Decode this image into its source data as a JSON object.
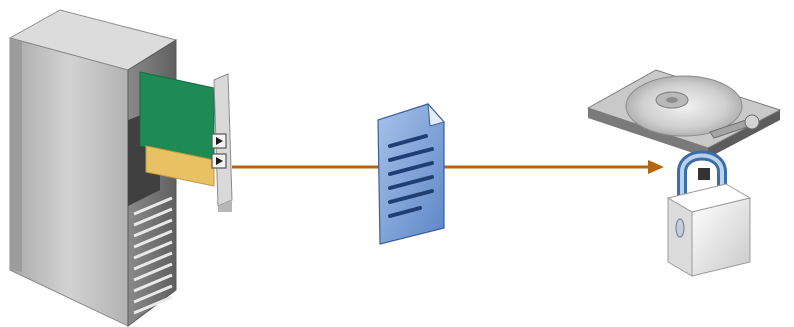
{
  "diagram": {
    "nodes": [
      {
        "id": "server",
        "icon": "server-tower-icon",
        "attachment": "network-card-icon"
      },
      {
        "id": "document",
        "icon": "document-icon"
      },
      {
        "id": "encrypted-storage",
        "icon": "hard-disk-drive-icon",
        "badge": "padlock-icon"
      }
    ],
    "edges": [
      {
        "from": "server",
        "to": "document",
        "arrowhead": false
      },
      {
        "from": "document",
        "to": "encrypted-storage",
        "arrowhead": true
      }
    ],
    "colors": {
      "connector": "#b5650f",
      "server_body": "#c3c3c3",
      "server_dark": "#6c6c6c",
      "network_card": "#1e8a55",
      "card_connector": "#e8c165",
      "document": "#7fa3d7",
      "disk_platter": "#d7d7d7",
      "lock_body": "#f2f2f2"
    }
  }
}
